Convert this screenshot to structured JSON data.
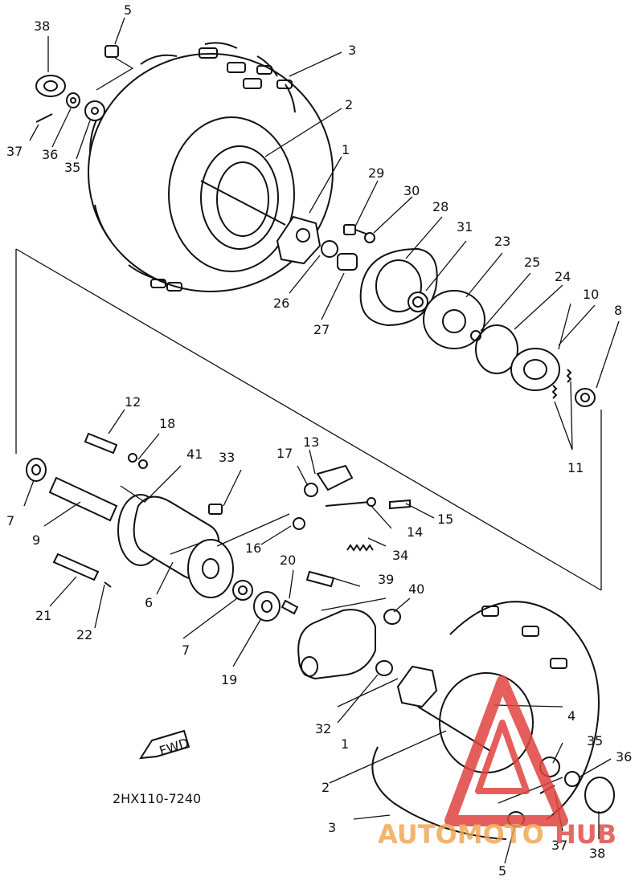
{
  "labels": {
    "l5a": "5",
    "l38a": "38",
    "l3a": "3",
    "l2a": "2",
    "l37a": "37",
    "l36a": "36",
    "l35a": "35",
    "l1a": "1",
    "l29": "29",
    "l30": "30",
    "l28": "28",
    "l31": "31",
    "l23": "23",
    "l25": "25",
    "l24": "24",
    "l10": "10",
    "l8": "8",
    "l26": "26",
    "l27": "27",
    "l11": "11",
    "l12": "12",
    "l18": "18",
    "l13": "13",
    "l17": "17",
    "l41": "41",
    "l33": "33",
    "l7a": "7",
    "l9": "9",
    "l15": "15",
    "l14": "14",
    "l16": "16",
    "l34": "34",
    "l20": "20",
    "l39": "39",
    "l40": "40",
    "l21": "21",
    "l22": "22",
    "l6": "6",
    "l7b": "7",
    "l19": "19",
    "l4": "4",
    "l32": "32",
    "l1b": "1",
    "l35b": "35",
    "l36b": "36",
    "l2b": "2",
    "l3b": "3",
    "l37b": "37",
    "l38b": "38",
    "l5b": "5"
  },
  "fwd_label": "FWD",
  "diagram_code": "2HX110-7240",
  "watermark": {
    "word_a": "AUTOMOTO",
    "word_b": "HUB",
    "color": "#e0443f"
  }
}
